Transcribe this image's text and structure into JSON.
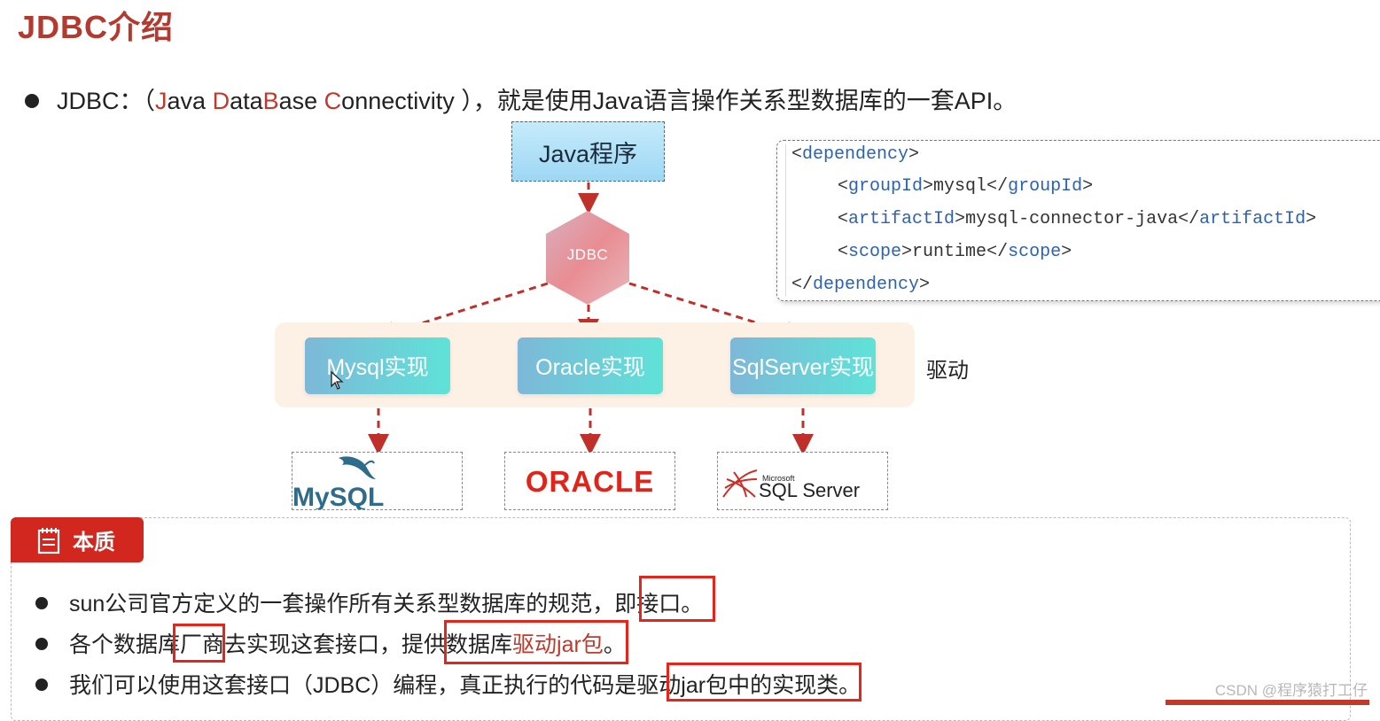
{
  "title": "JDBC介绍",
  "intro": {
    "prefix": "JDBC：（",
    "j": "J",
    "ava": "ava ",
    "d": "D",
    "ata": "ata",
    "b": "B",
    "ase": "ase ",
    "c": "C",
    "onnectivity": "onnectivity ），就是使用Java语言操作关系型数据库的一套API。"
  },
  "diagram": {
    "java_program": "Java程序",
    "jdbc": "JDBC",
    "impls": [
      "Mysql实现",
      "Oracle实现",
      "SqlServer实现"
    ],
    "driver_label": "驱动",
    "logos": {
      "mysql": "MySQL",
      "oracle": "ORACLE",
      "sqlserver_small": "Microsoft",
      "sqlserver": "SQL Server"
    }
  },
  "code": {
    "dep_open": "dependency",
    "group_tag": "groupId",
    "group_val": "mysql",
    "artifact_tag": "artifactId",
    "artifact_val": "mysql-connector-java",
    "scope_tag": "scope",
    "scope_val": "runtime",
    "dep_close": "dependency"
  },
  "essence": {
    "tab_label": "本质",
    "line1": "sun公司官方定义的一套操作所有关系型数据库的规范，即接口。",
    "line2_a": "各个数据库厂商去实现这套接口，提供数据库",
    "line2_b": "驱动jar包",
    "line2_c": "。",
    "line3": "我们可以使用这套接口（JDBC）编程，真正执行的代码是驱动jar包中的实现类。"
  },
  "watermark": "CSDN @程序猿打工仔",
  "colors": {
    "title_red": "#b23a2e",
    "accent_red": "#d2271e",
    "highlight_red": "#e8231a",
    "arrow_red": "#c0302a",
    "code_tag_blue": "#2c62b3"
  }
}
